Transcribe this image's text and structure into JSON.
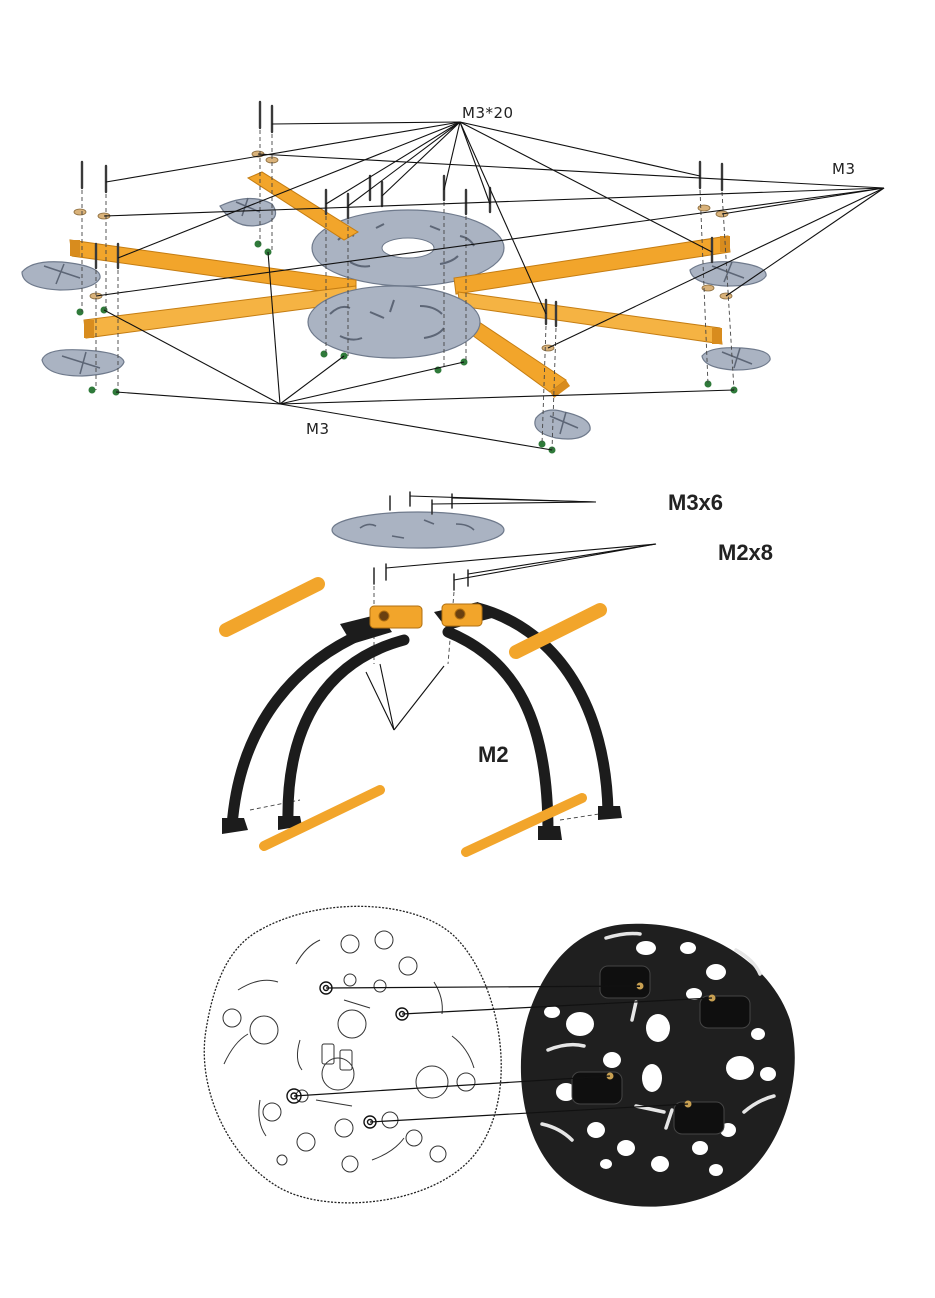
{
  "labels": {
    "m3x20": "M3*20",
    "m3_right": "M3",
    "m3_bottom": "M3",
    "m3x6": "M3x6",
    "m2x8": "M2x8",
    "m2": "M2"
  },
  "colors": {
    "arm": "#f2a52b",
    "arm_edge": "#c57d12",
    "plate": "#aab3c2",
    "plate_edge": "#6f7a8c",
    "gear": "#1e1e1e",
    "line": "#111111",
    "nut": "#2f7a3a"
  },
  "icons": {
    "frame": "hexacopter-frame-exploded-icon",
    "landing_gear": "landing-gear-icon",
    "plate_outline": "center-plate-outline-icon",
    "plate_carbon": "carbon-plate-icon"
  }
}
